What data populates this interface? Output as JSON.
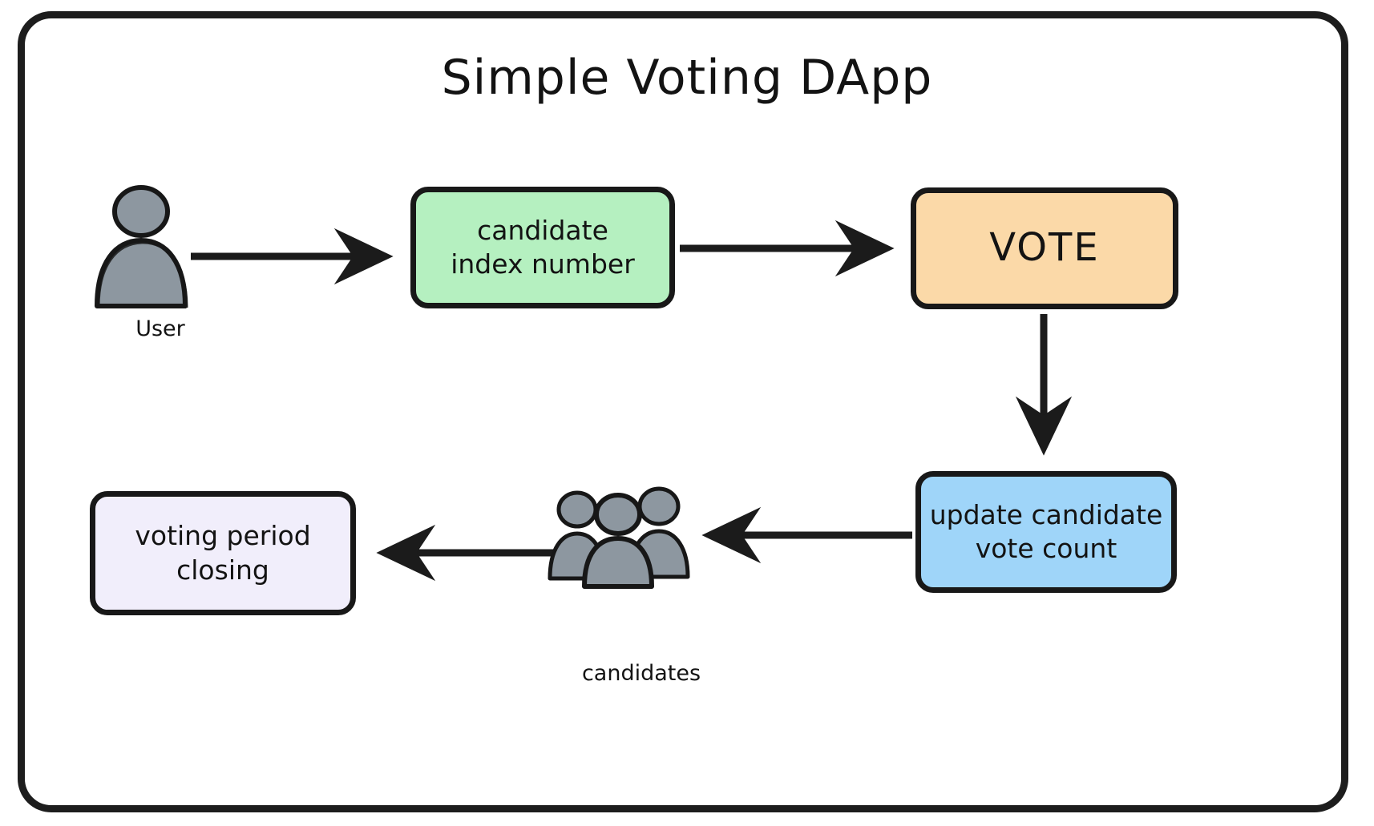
{
  "diagram": {
    "title": "Simple Voting DApp",
    "frame": {
      "stroke": "#1d1d1d"
    },
    "nodes": [
      {
        "id": "candidate-index",
        "label": "candidate\nindex number",
        "line1": "candidate",
        "line2": "index number",
        "fill": "#b5f0c0",
        "stroke": "#181818",
        "shape": "rounded-rectangle"
      },
      {
        "id": "vote",
        "label": "VOTE",
        "fill": "#fbd9a8",
        "stroke": "#181818",
        "shape": "rounded-rectangle"
      },
      {
        "id": "update-count",
        "label": "update candidate\nvote count",
        "line1": "update candidate",
        "line2": "vote count",
        "fill": "#9fd5f9",
        "stroke": "#181818",
        "shape": "rounded-rectangle"
      },
      {
        "id": "voting-closing",
        "label": "voting period\nclosing",
        "line1": "voting period",
        "line2": "closing",
        "fill": "#f1eefb",
        "stroke": "#181818",
        "shape": "rounded-rectangle"
      }
    ],
    "icons": [
      {
        "id": "user",
        "name": "user-person-icon",
        "caption": "User",
        "fill": "#8d97a0",
        "stroke": "#171717"
      },
      {
        "id": "candidates",
        "name": "people-group-icon",
        "caption": "candidates",
        "fill": "#8d97a0",
        "stroke": "#171717"
      }
    ],
    "edges": [
      {
        "id": "user-to-candidate-index",
        "from": "user",
        "to": "candidate-index",
        "direction": "right",
        "style": "solid-arrow"
      },
      {
        "id": "candidate-index-to-vote",
        "from": "candidate-index",
        "to": "vote",
        "direction": "right",
        "style": "solid-arrow"
      },
      {
        "id": "vote-to-update-count",
        "from": "vote",
        "to": "update-count",
        "direction": "down",
        "style": "solid-arrow"
      },
      {
        "id": "update-count-to-candidates",
        "from": "update-count",
        "to": "candidates",
        "direction": "left",
        "style": "solid-arrow"
      },
      {
        "id": "candidates-to-voting-closing",
        "from": "candidates",
        "to": "voting-closing",
        "direction": "left",
        "style": "solid-arrow"
      }
    ],
    "colors": {
      "ink": "#131313",
      "arrow": "#1b1b1b",
      "green": "#b5f0c0",
      "orange": "#fbd9a8",
      "blue": "#9fd5f9",
      "lavender": "#f1eefb",
      "icon_gray": "#8d97a0",
      "background": "#ffffff"
    }
  }
}
